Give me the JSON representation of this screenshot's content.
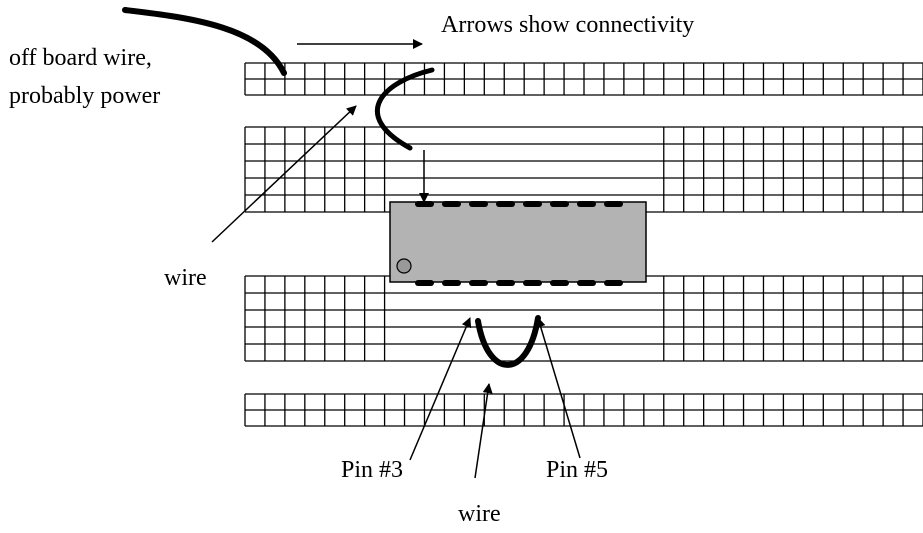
{
  "labels": {
    "off_board_wire_line1": "off board wire,",
    "off_board_wire_line2": "probably power",
    "arrows_note": "Arrows show connectivity",
    "wire_left": "wire",
    "pin3": "Pin #3",
    "pin5": "Pin #5",
    "wire_bottom": "wire"
  },
  "colors": {
    "ink": "#000000",
    "chip_fill": "#b3b3b3",
    "background": "#ffffff"
  }
}
